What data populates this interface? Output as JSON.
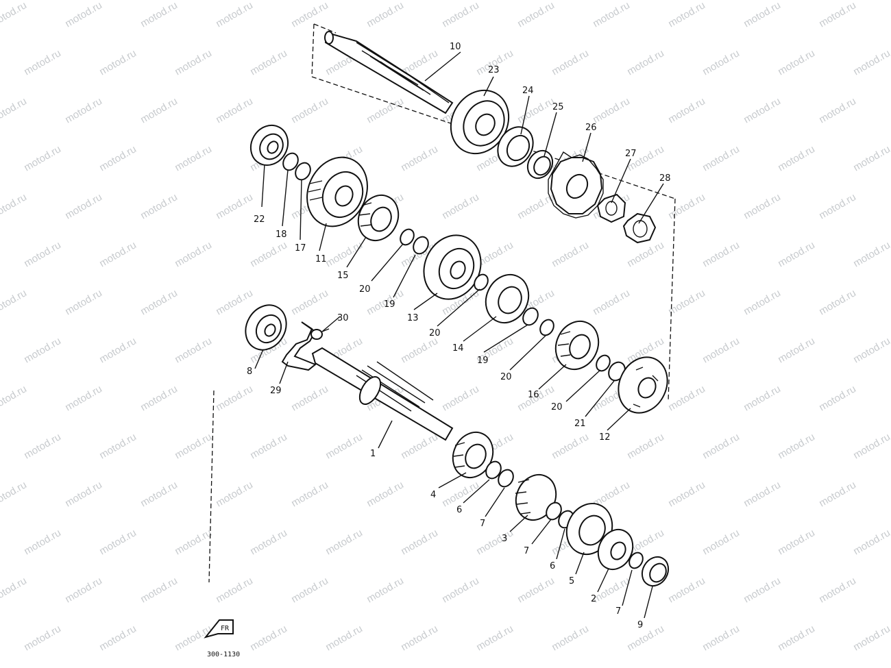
{
  "watermark": "motod.ru",
  "diagram_code": "300-1130",
  "callouts": [
    "1",
    "2",
    "3",
    "4",
    "5",
    "6",
    "7",
    "8",
    "9",
    "10",
    "11",
    "12",
    "13",
    "14",
    "15",
    "16",
    "17",
    "18",
    "19",
    "20",
    "21",
    "22",
    "23",
    "24",
    "25",
    "26",
    "27",
    "28",
    "29",
    "30"
  ]
}
